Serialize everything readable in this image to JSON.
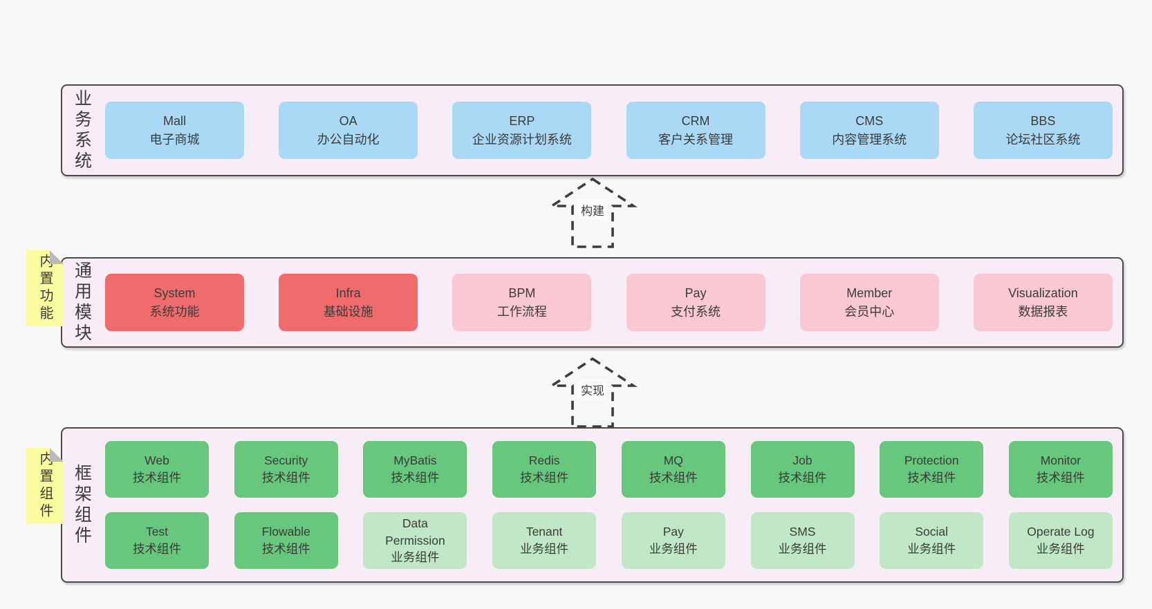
{
  "diagram": {
    "background": "#f8f8f8",
    "layer_fill": "#f8edf7",
    "layer_border": "#4a4a4a"
  },
  "colors": {
    "system_blue": "#a9d9f5",
    "module_red": "#f06b6b",
    "module_pink": "#fac8d4",
    "component_green": "#67c77c",
    "component_green_light": "#c1e8c6",
    "sticky_yellow": "#fbfb9f",
    "sticky_fold_gray": "#b9b9b9",
    "arrow_stroke": "#3d3d3d",
    "text": "#3b3b3b"
  },
  "arrows": [
    {
      "label": "构建"
    },
    {
      "label": "实现"
    }
  ],
  "layers": [
    {
      "label": "业务系统",
      "boxes": [
        {
          "en": "Mall",
          "zh": "电子商城"
        },
        {
          "en": "OA",
          "zh": "办公自动化"
        },
        {
          "en": "ERP",
          "zh": "企业资源计划系统"
        },
        {
          "en": "CRM",
          "zh": "客户关系管理"
        },
        {
          "en": "CMS",
          "zh": "内容管理系统"
        },
        {
          "en": "BBS",
          "zh": "论坛社区系统"
        }
      ]
    },
    {
      "label": "通用模块",
      "sticky": "内置功能",
      "boxes": [
        {
          "en": "System",
          "zh": "系统功能"
        },
        {
          "en": "Infra",
          "zh": "基础设施"
        },
        {
          "en": "BPM",
          "zh": "工作流程"
        },
        {
          "en": "Pay",
          "zh": "支付系统"
        },
        {
          "en": "Member",
          "zh": "会员中心"
        },
        {
          "en": "Visualization",
          "zh": "数据报表"
        }
      ]
    },
    {
      "label": "框架组件",
      "sticky": "内置组件",
      "rows": [
        [
          {
            "en": "Web",
            "zh": "技术组件"
          },
          {
            "en": "Security",
            "zh": "技术组件"
          },
          {
            "en": "MyBatis",
            "zh": "技术组件"
          },
          {
            "en": "Redis",
            "zh": "技术组件"
          },
          {
            "en": "MQ",
            "zh": "技术组件"
          },
          {
            "en": "Job",
            "zh": "技术组件"
          },
          {
            "en": "Protection",
            "zh": "技术组件"
          },
          {
            "en": "Monitor",
            "zh": "技术组件"
          }
        ],
        [
          {
            "en": "Test",
            "zh": "技术组件"
          },
          {
            "en": "Flowable",
            "zh": "技术组件"
          },
          {
            "en": "Data Permission",
            "zh": "业务组件"
          },
          {
            "en": "Tenant",
            "zh": "业务组件"
          },
          {
            "en": "Pay",
            "zh": "业务组件"
          },
          {
            "en": "SMS",
            "zh": "业务组件"
          },
          {
            "en": "Social",
            "zh": "业务组件"
          },
          {
            "en": "Operate Log",
            "zh": "业务组件"
          }
        ]
      ]
    }
  ]
}
